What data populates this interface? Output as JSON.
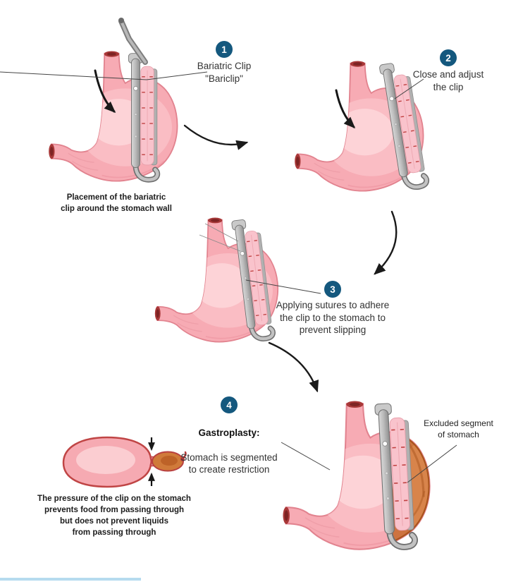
{
  "steps": [
    {
      "number": "1",
      "label": "Bariatric Clip\n\"Bariclip\""
    },
    {
      "number": "2",
      "label": "Close and adjust\nthe clip"
    },
    {
      "number": "3",
      "label": "Applying sutures to adhere\nthe clip to the stomach to\nprevent slipping"
    },
    {
      "number": "4",
      "title": "Gastroplasty:",
      "label": "Stomach is segmented\nto create restriction"
    }
  ],
  "captions": {
    "placement": "Placement of the bariatric\nclip around the stomach wall",
    "excluded_segment": "Excluded segment\nof stomach",
    "pressure": "The pressure of the clip on the stomach\nprevents food from passing through\nbut does not prevent liquids\nfrom passing through"
  },
  "colors": {
    "badge_blue": "#14587e",
    "stomach_pink": "#f7abb4",
    "stomach_outline": "#e2838f",
    "cut_red": "#a83838",
    "excluded_orange": "#cd7340",
    "excluded_outline": "#a8541d",
    "clip_gray": "#b9b9b9",
    "arrow_black": "#1a1a1a"
  }
}
